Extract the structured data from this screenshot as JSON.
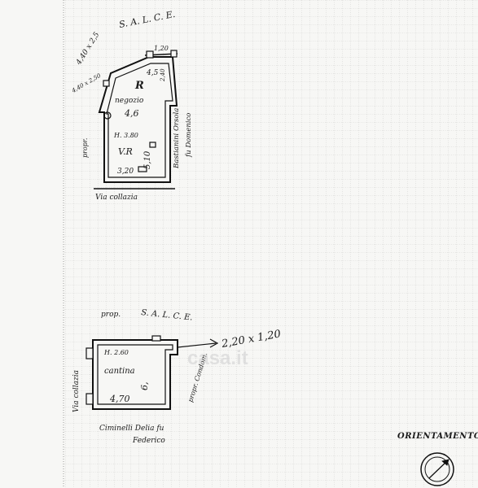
{
  "plan_top": {
    "street_top": "S. A. L. C. E.",
    "dim_top_left": "4,40 x 2,5",
    "dim_top_right": "1,20",
    "dim_left_small": "4,40 x 2,50",
    "dim_upper": "4,5",
    "room_letter": "R",
    "dim_side_r": "2,40",
    "room_name": "negozio",
    "room_dim": "4,6",
    "height": "H. 3.80",
    "room_letter_lower": "V.R",
    "dim_side": "5,10",
    "dim_bottom": "3,20",
    "neighbor_left": "propr.",
    "neighbor_right_1": "Bastianini Orsola",
    "neighbor_right_2": "fu Domenico",
    "street_bottom": "Via collazia"
  },
  "plan_bottom": {
    "prop_label": "prop.",
    "street_top": "S. A. L. C. E.",
    "height": "H. 2.60",
    "room_name": "cantina",
    "dim_side": "6,",
    "dim_bottom": "4,70",
    "window_dim": "2,20 x 1,20",
    "neighbor_right": "propr. Condom.",
    "street_left": "Via collazia",
    "neighbor_bottom_1": "Ciminelli Delia fu",
    "neighbor_bottom_2": "Federico"
  },
  "watermark": "casa.it",
  "orientation": {
    "label": "ORIENTAMENTO"
  }
}
